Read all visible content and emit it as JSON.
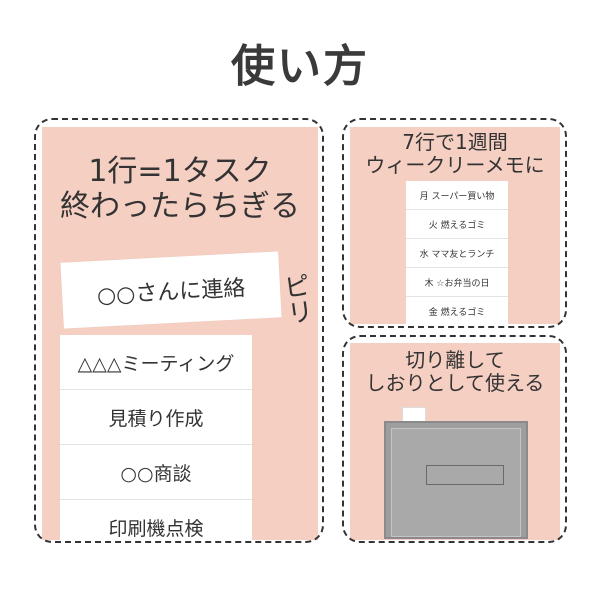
{
  "title": "使い方",
  "big_panel": {
    "heading_line1": "1行=1タスク",
    "heading_line2": "終わったらちぎる",
    "torn_note": "○○さんに連絡",
    "rip_sound": "ピリ",
    "rows": [
      "△△△ミーティング",
      "見積り作成",
      "○○商談",
      "印刷機点検"
    ]
  },
  "week_panel": {
    "heading_line1": "7行で1週間",
    "heading_line2": "ウィークリーメモに",
    "rows": [
      "月 スーパー買い物",
      "火 燃えるゴミ",
      "水 ママ友とランチ",
      "木 ☆お弁当の日",
      "金 燃えるゴミ"
    ]
  },
  "book_panel": {
    "heading_line1": "切り離して",
    "heading_line2": "しおりとして使える"
  },
  "colors": {
    "panel_bg": "#f6cfc3",
    "frame": "#333333",
    "book": "#9e9e9e"
  }
}
